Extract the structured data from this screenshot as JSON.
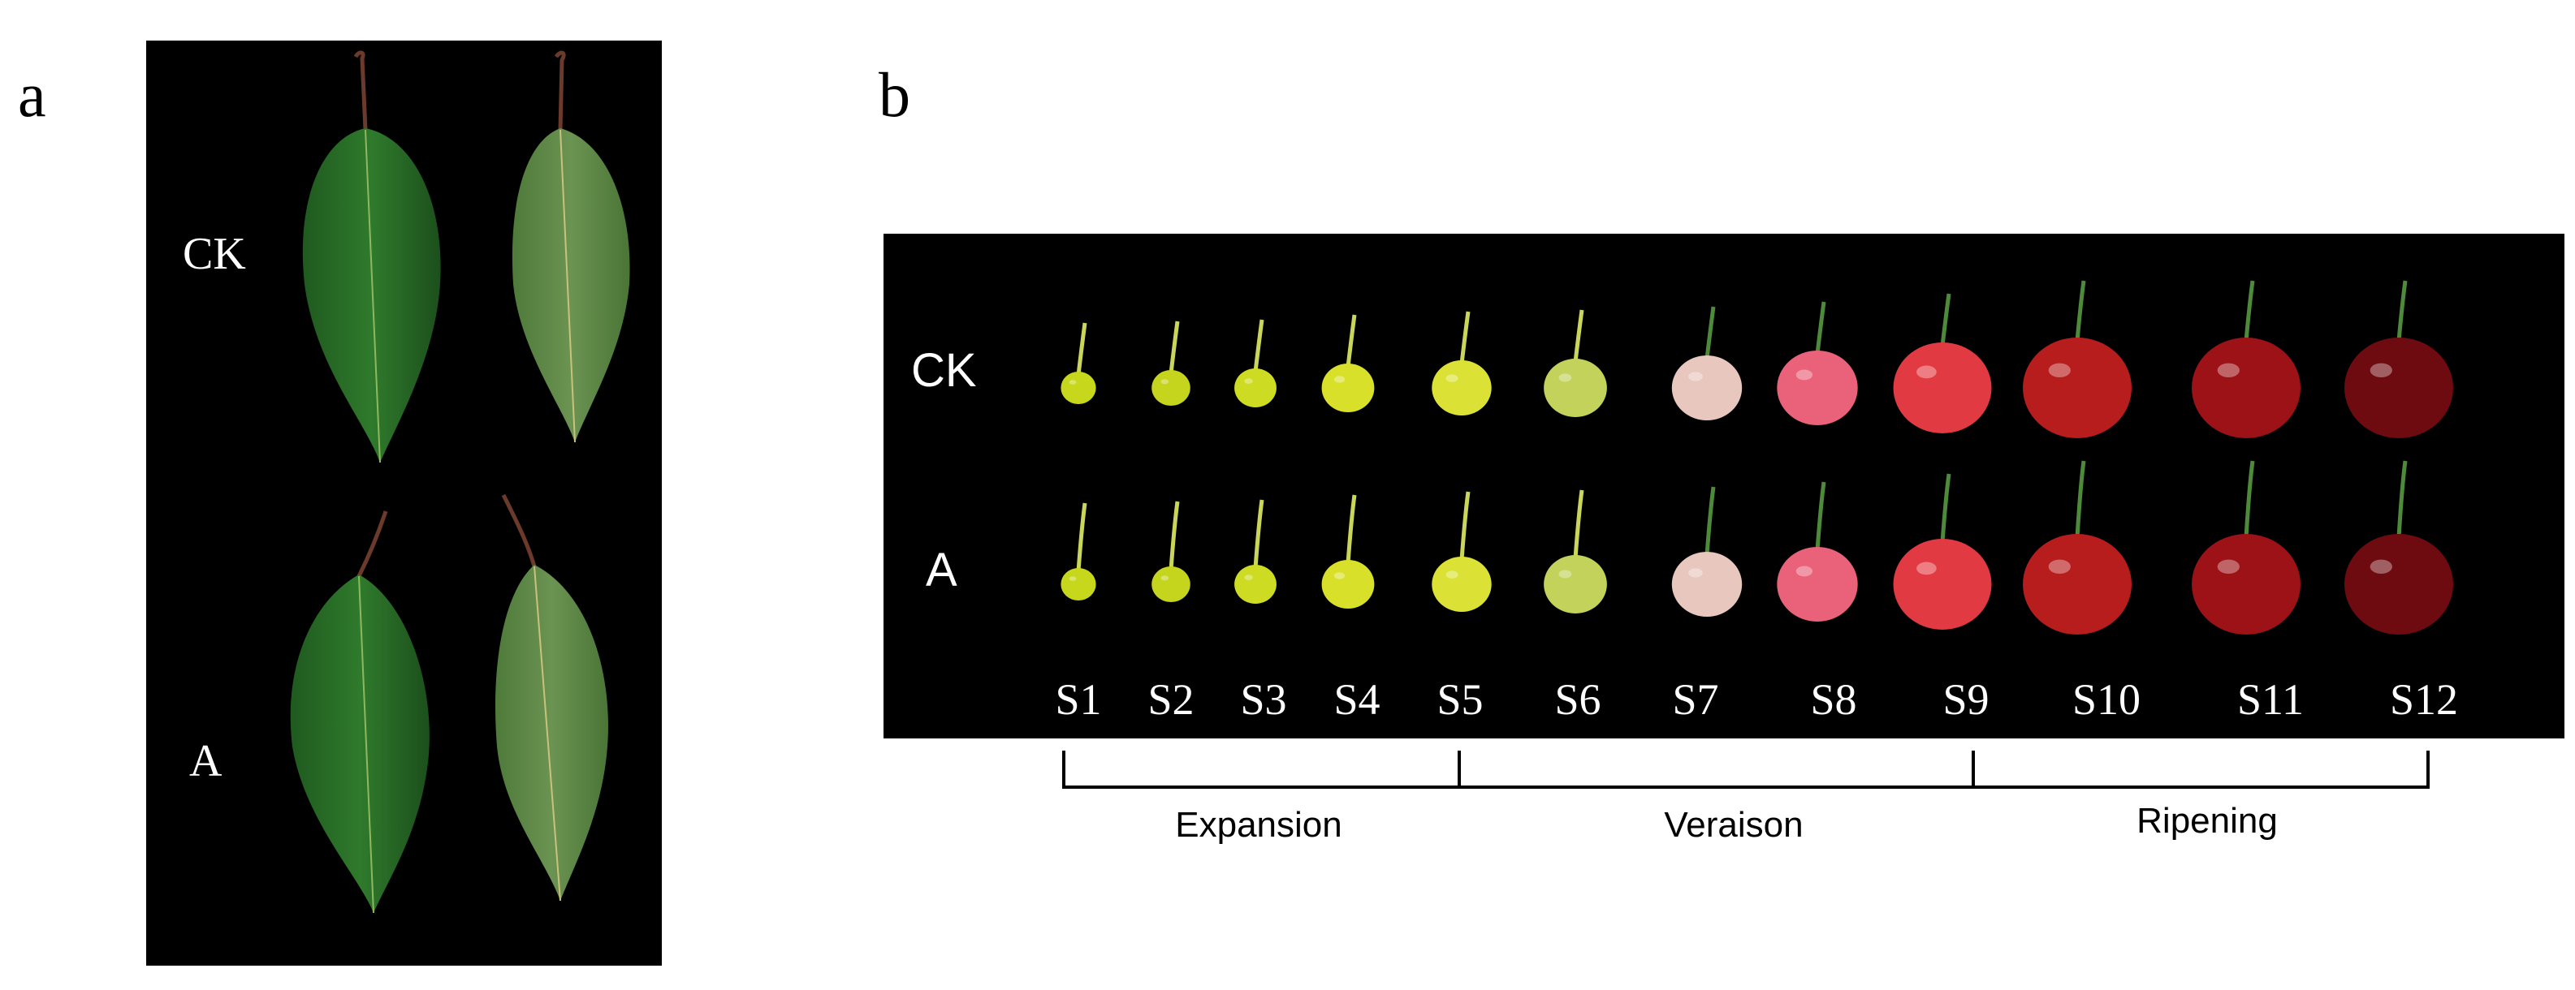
{
  "panel_a": {
    "letter": "a",
    "row_labels": [
      "CK",
      "A"
    ]
  },
  "panel_b": {
    "letter": "b",
    "row_labels": [
      "CK",
      "A"
    ],
    "stages": [
      "S1",
      "S2",
      "S3",
      "S4",
      "S5",
      "S6",
      "S7",
      "S8",
      "S9",
      "S10",
      "S11",
      "S12"
    ],
    "phases": [
      "Expansion",
      "Veraison",
      "Ripening"
    ],
    "fruit_colors": [
      "#c7d81c",
      "#c5d51e",
      "#cddb22",
      "#d8e02a",
      "#dbe235",
      "#c2d25a",
      "#e8c7be",
      "#e9627a",
      "#e23a42",
      "#b81d1d",
      "#9d1216",
      "#6e0b10"
    ]
  }
}
